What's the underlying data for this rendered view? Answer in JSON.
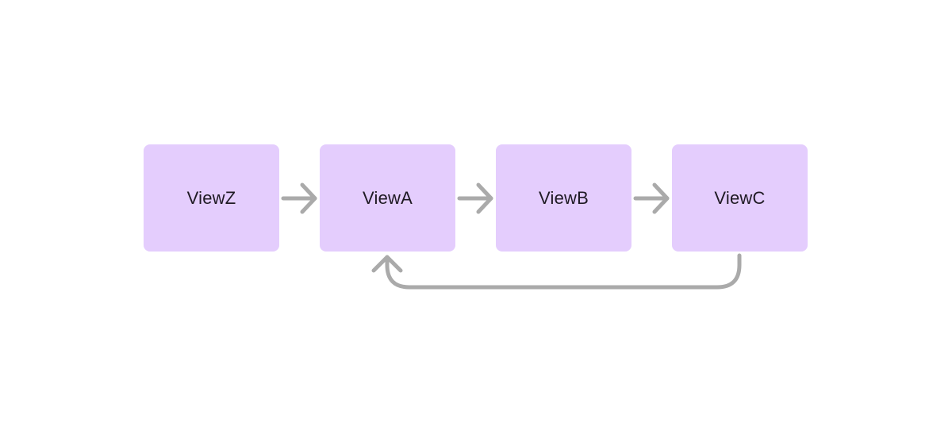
{
  "colors": {
    "node_fill": "#e4cdfd",
    "arrow": "#aaaaaa",
    "label": "#1f1a24",
    "background": "#ffffff"
  },
  "nodes": [
    {
      "id": "z",
      "label": "ViewZ"
    },
    {
      "id": "a",
      "label": "ViewA"
    },
    {
      "id": "b",
      "label": "ViewB"
    },
    {
      "id": "c",
      "label": "ViewC"
    }
  ],
  "edges": [
    {
      "from": "ViewZ",
      "to": "ViewA"
    },
    {
      "from": "ViewA",
      "to": "ViewB"
    },
    {
      "from": "ViewB",
      "to": "ViewC"
    },
    {
      "from": "ViewC",
      "to": "ViewA"
    }
  ]
}
